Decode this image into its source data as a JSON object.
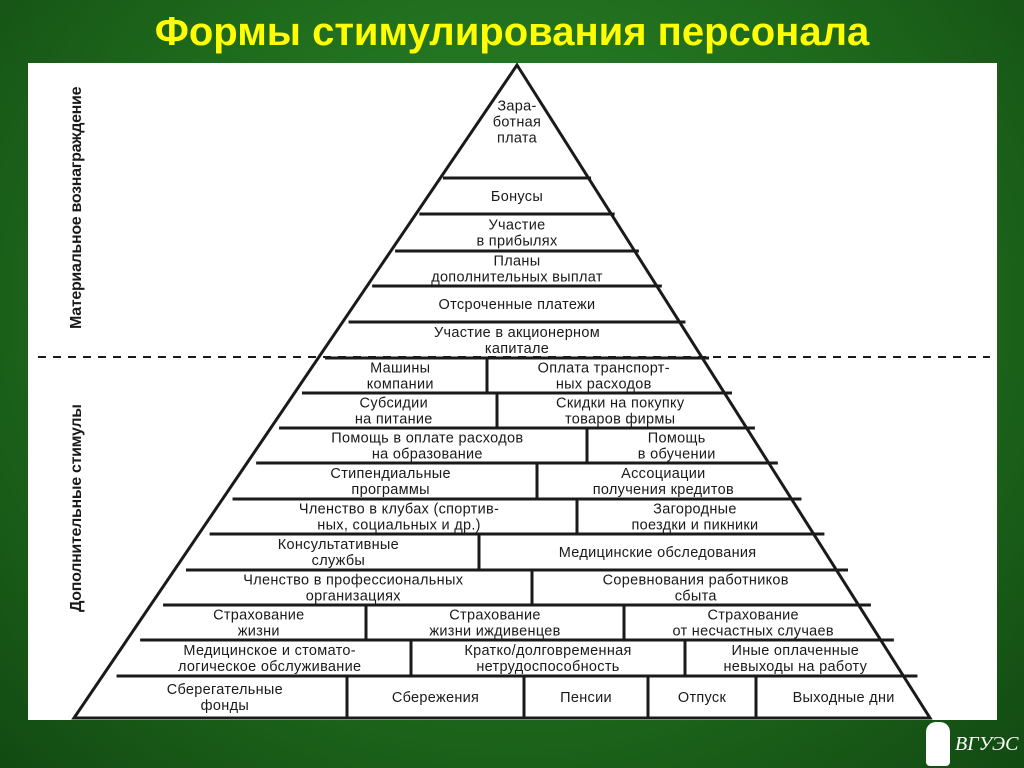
{
  "title": "Формы стимулирования персонала",
  "side_labels": {
    "material": "Материальное вознаграждение",
    "extra": "Дополнительные стимулы"
  },
  "logo_text": "ВГУЭС",
  "colors": {
    "title": "#ffff00",
    "background": "#1f6b1d",
    "panel": "#ffffff",
    "ink": "#1a1a1a"
  },
  "rows": [
    [
      [
        "Зара-",
        "ботная",
        "плата"
      ]
    ],
    [
      [
        "Бонусы"
      ]
    ],
    [
      [
        "Участие",
        "в прибылях"
      ]
    ],
    [
      [
        "Планы",
        "дополнительных выплат"
      ]
    ],
    [
      [
        "Отсроченные платежи"
      ]
    ],
    [
      [
        "Участие в акционерном",
        "капитале"
      ]
    ],
    [
      [
        "Машины",
        "компании"
      ],
      [
        "Оплата транспорт-",
        "ных расходов"
      ]
    ],
    [
      [
        "Субсидии",
        "на питание"
      ],
      [
        "Скидки на покупку",
        "товаров фирмы"
      ]
    ],
    [
      [
        "Помощь в оплате расходов",
        "на образование"
      ],
      [
        "Помощь",
        "в обучении"
      ]
    ],
    [
      [
        "Стипендиальные",
        "программы"
      ],
      [
        "Ассоциации",
        "получения кредитов"
      ]
    ],
    [
      [
        "Членство в клубах (спортив-",
        "ных, социальных и др.)"
      ],
      [
        "Загородные",
        "поездки и пикники"
      ]
    ],
    [
      [
        "Консультативные",
        "службы"
      ],
      [
        "Медицинские обследования"
      ]
    ],
    [
      [
        "Членство в профессиональных",
        "организациях"
      ],
      [
        "Соревнования работников",
        "сбыта"
      ]
    ],
    [
      [
        "Страхование",
        "жизни"
      ],
      [
        "Страхование",
        "жизни иждивенцев"
      ],
      [
        "Страхование",
        "от несчастных случаев"
      ]
    ],
    [
      [
        "Медицинское и стомато-",
        "логическое обслуживание"
      ],
      [
        "Кратко/долговременная",
        "нетрудоспособность"
      ],
      [
        "Иные оплаченные",
        "невыходы на работу"
      ]
    ],
    [
      [
        "Сберегательные",
        "фонды"
      ],
      [
        "Сбережения"
      ],
      [
        "Пенсии"
      ],
      [
        "Отпуск"
      ],
      [
        "Выходные дни"
      ]
    ]
  ]
}
